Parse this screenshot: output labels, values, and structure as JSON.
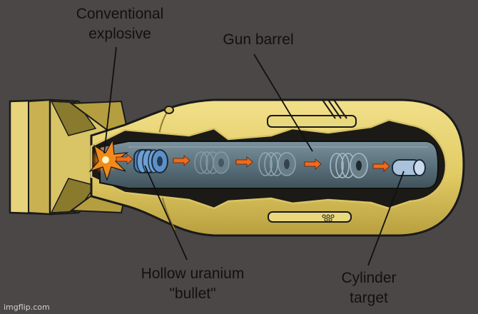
{
  "labels": {
    "explosive": [
      "Conventional",
      "explosive"
    ],
    "barrel": "Gun barrel",
    "bullet": [
      "Hollow uranium",
      "\"bullet\""
    ],
    "target": [
      "Cylinder",
      "target"
    ]
  },
  "watermark": "imgflip.com",
  "colors": {
    "background": "#4a4746",
    "casing": "#e3cf6a",
    "casing_shadow": "#b59e3f",
    "cavity": "#1c1a16",
    "barrel": "#5f7580",
    "uranium_bullet": "#6c9fd4",
    "rings": "#8fa6b0",
    "arrows": "#f06a1d",
    "target": "#b9cde0"
  }
}
